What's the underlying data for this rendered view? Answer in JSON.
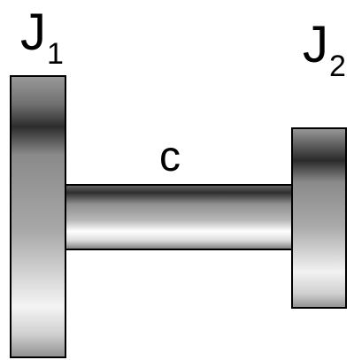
{
  "labels": {
    "j1": {
      "main": "J",
      "sub": "1"
    },
    "j2": {
      "main": "J",
      "sub": "2"
    },
    "c": "c"
  }
}
